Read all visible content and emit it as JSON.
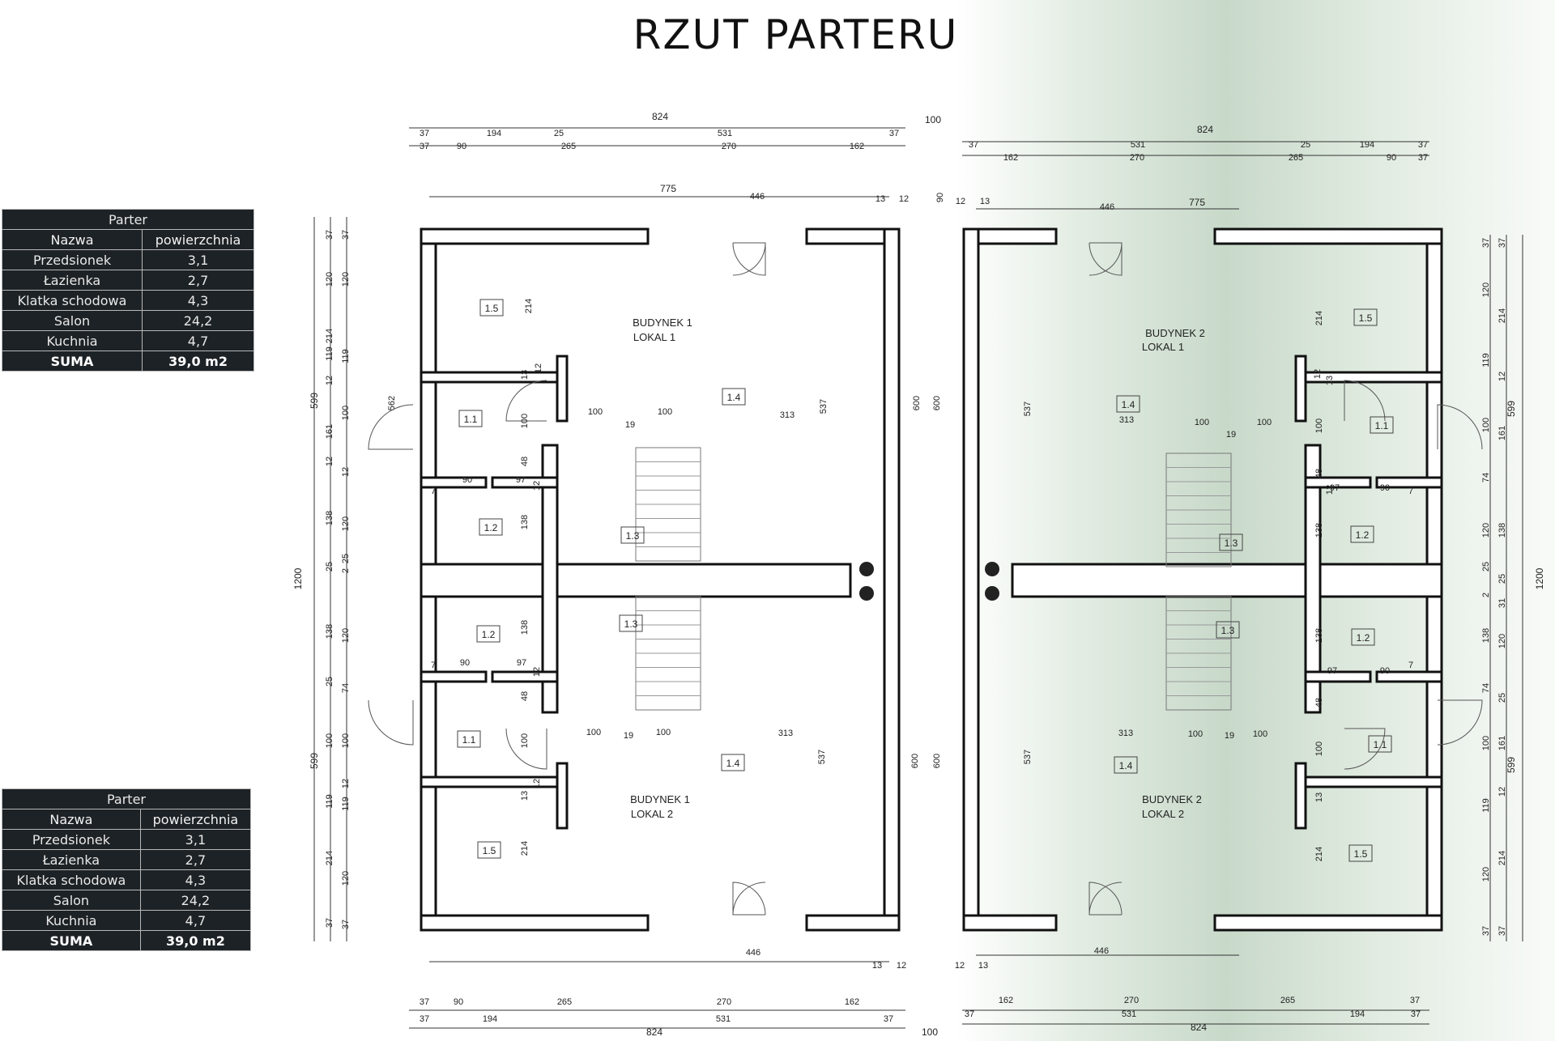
{
  "title": "RZUT PARTERU",
  "tables": [
    {
      "caption": "Parter",
      "headers": [
        "Nazwa",
        "powierzchnia"
      ],
      "rows": [
        [
          "Przedsionek",
          "3,1"
        ],
        [
          "Łazienka",
          "2,7"
        ],
        [
          "Klatka schodowa",
          "4,3"
        ],
        [
          "Salon",
          "24,2"
        ],
        [
          "Kuchnia",
          "4,7"
        ]
      ],
      "sum_label": "SUMA",
      "sum_value": "39,0 m2"
    },
    {
      "caption": "Parter",
      "headers": [
        "Nazwa",
        "powierzchnia"
      ],
      "rows": [
        [
          "Przedsionek",
          "3,1"
        ],
        [
          "Łazienka",
          "2,7"
        ],
        [
          "Klatka schodowa",
          "4,3"
        ],
        [
          "Salon",
          "24,2"
        ],
        [
          "Kuchnia",
          "4,7"
        ]
      ],
      "sum_label": "SUMA",
      "sum_value": "39,0 m2"
    }
  ],
  "units": [
    {
      "building": "BUDYNEK 1",
      "unit": "LOKAL 1"
    },
    {
      "building": "BUDYNEK 1",
      "unit": "LOKAL 2"
    },
    {
      "building": "BUDYNEK 2",
      "unit": "LOKAL 1"
    },
    {
      "building": "BUDYNEK 2",
      "unit": "LOKAL 2"
    }
  ],
  "room_tags": [
    "1.1",
    "1.2",
    "1.3",
    "1.4",
    "1.5"
  ],
  "dimensions": {
    "overall_width": "824",
    "gap": "100",
    "overall_height": "1200",
    "half_height": "599",
    "top_chain_a": [
      "37",
      "194",
      "25",
      "531",
      "37"
    ],
    "top_chain_b": [
      "37",
      "90",
      "265",
      "270",
      "162"
    ],
    "inner_width": "775",
    "inner_right": "446",
    "small": [
      "13",
      "12",
      "90"
    ],
    "left_chain": [
      "37",
      "37",
      "120",
      "214",
      "119",
      "12",
      "161",
      "100",
      "12",
      "74",
      "138",
      "120",
      "25",
      "31",
      "2"
    ],
    "right_chain": [
      "600",
      "600",
      "537",
      "562"
    ],
    "interior": [
      "214",
      "12",
      "13",
      "100",
      "48",
      "12",
      "97",
      "90",
      "7",
      "138",
      "100",
      "19",
      "313"
    ]
  }
}
